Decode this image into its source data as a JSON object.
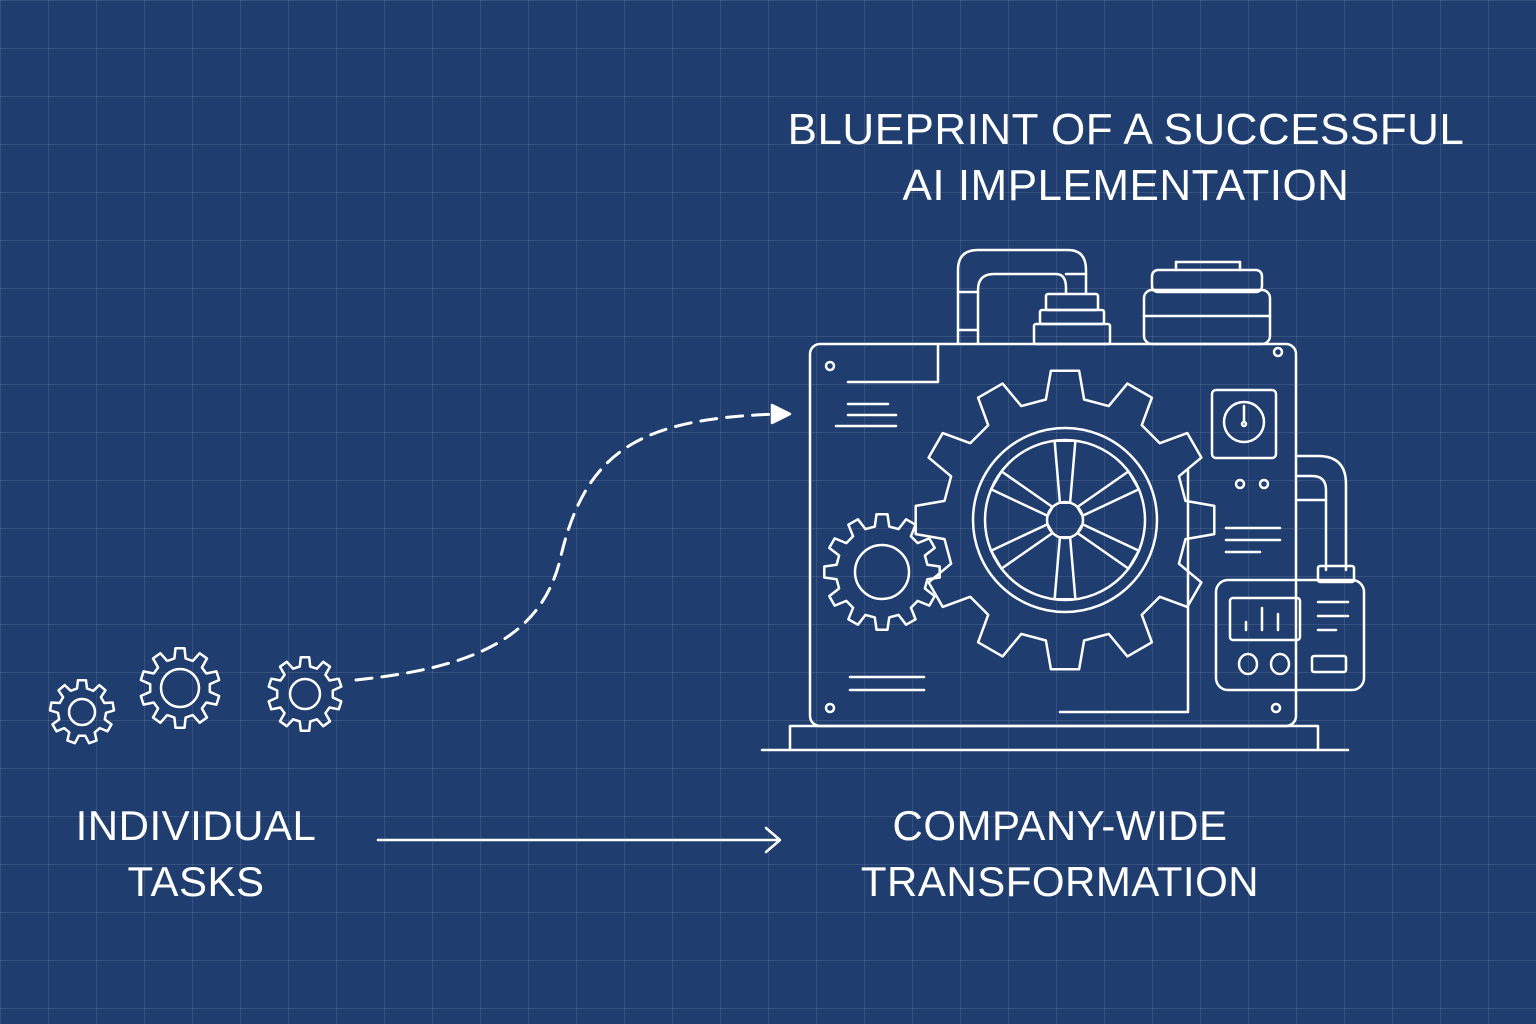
{
  "title": {
    "line1": "BLUEPRINT OF A SUCCESSFUL",
    "line2": "AI IMPLEMENTATION"
  },
  "left_label": {
    "line1": "INDIVIDUAL",
    "line2": "TASKS"
  },
  "right_label": {
    "line1": "COMPANY-WIDE",
    "line2": "TRANSFORMATION"
  },
  "icons": [
    "gear-icon",
    "gear-icon",
    "gear-icon",
    "machine-icon",
    "arrow-icon"
  ],
  "colors": {
    "background": "#1f3d6e",
    "line": "#ffffff",
    "grid": "#3a5a8c"
  }
}
